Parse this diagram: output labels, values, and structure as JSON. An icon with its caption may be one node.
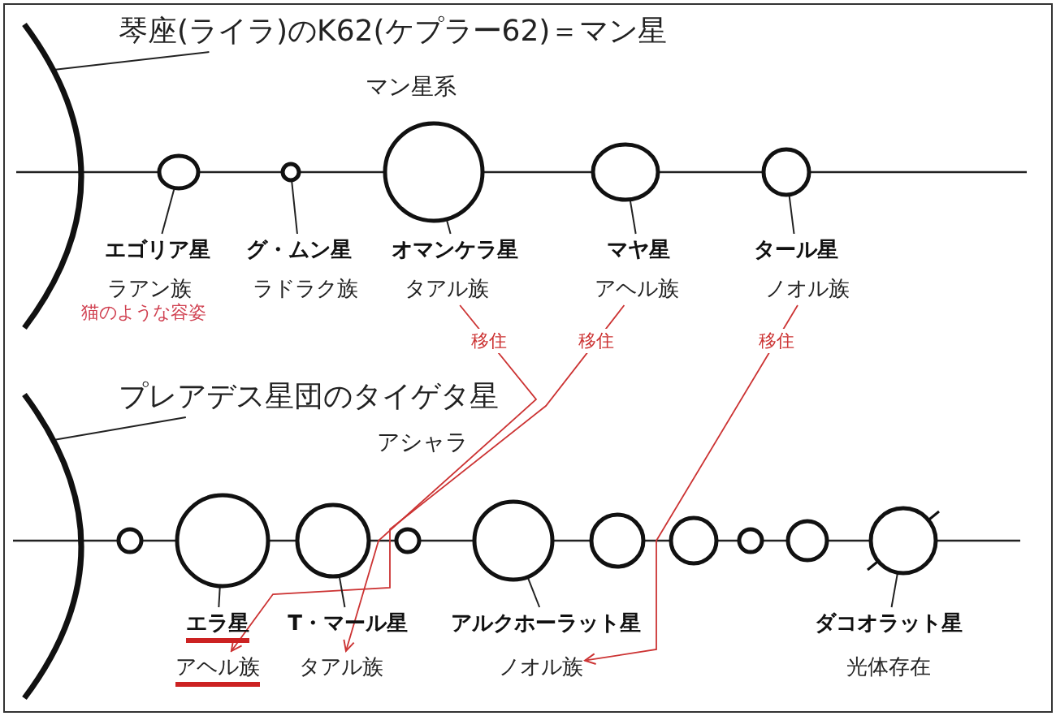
{
  "diagram": {
    "nodes": [
      {
        "text": [
          "琴座(ライラ)のK62(ケプラー62)＝マン星"
        ]
      },
      {
        "text": [],
        "shape": "arc"
      },
      {
        "text": [],
        "shape": "circle"
      },
      {
        "text": [],
        "shape": "circle"
      },
      {
        "text": [],
        "shape": "circle"
      },
      {
        "text": [],
        "shape": "circle"
      },
      {
        "text": [],
        "shape": "circle"
      },
      {
        "text": [
          "エゴリア星"
        ]
      },
      {
        "text": [
          "グ・ムン星"
        ]
      },
      {
        "text": [
          "オマンケラ星"
        ]
      },
      {
        "text": [
          "マヤ星"
        ]
      },
      {
        "text": [
          "タール星"
        ]
      },
      {
        "text": [
          "ラアン族"
        ],
        "beside": [
          "猫のような容姿"
        ]
      },
      {
        "text": [
          "ラドラク族"
        ]
      },
      {
        "text": [
          "タアル族"
        ]
      },
      {
        "text": [
          "アヘル族"
        ]
      },
      {
        "text": [
          "ノオル族"
        ]
      },
      {
        "text": [
          "プレアデス星団のタイゲタ星"
        ]
      },
      {
        "text": [],
        "shape": "arc"
      },
      {
        "text": [],
        "shape": "circle"
      },
      {
        "text": [],
        "shape": "circle"
      },
      {
        "text": [],
        "shape": "circle"
      },
      {
        "text": [],
        "shape": "circle"
      },
      {
        "text": [],
        "shape": "circle"
      },
      {
        "text": [],
        "shape": "circle"
      },
      {
        "text": [],
        "shape": "circle"
      },
      {
        "text": [],
        "shape": "circle"
      },
      {
        "text": [],
        "shape": "circle"
      },
      {
        "text": [],
        "shape": "circle"
      },
      {
        "text": [
          "エラ星"
        ]
      },
      {
        "text": [
          "T・マール星"
        ]
      },
      {
        "text": [
          "アルクホーラット星"
        ]
      },
      {
        "text": [
          "ダコオラット星"
        ]
      },
      {
        "text": [
          "アヘル族"
        ]
      },
      {
        "text": [
          "タアル族"
        ]
      },
      {
        "text": [
          "ノオル族"
        ]
      },
      {
        "text": [
          "光体存在"
        ]
      }
    ],
    "edges": [
      {
        "from": 0,
        "to": 1,
        "arrow": "none"
      },
      {
        "from": 7,
        "to": 2,
        "arrow": "none"
      },
      {
        "from": 8,
        "to": 3,
        "arrow": "none"
      },
      {
        "from": 9,
        "to": 4,
        "arrow": "none"
      },
      {
        "from": 10,
        "to": 5,
        "arrow": "none"
      },
      {
        "from": 11,
        "to": 6,
        "arrow": "none"
      },
      {
        "from": 14,
        "to": 34,
        "arrow": "to",
        "label": "移住",
        "color": "#cc3333"
      },
      {
        "from": 15,
        "to": 33,
        "arrow": "to",
        "label": "移住",
        "color": "#cc3333"
      },
      {
        "from": 16,
        "to": 35,
        "arrow": "to",
        "label": "移住",
        "color": "#cc3333"
      },
      {
        "from": 17,
        "to": 18,
        "arrow": "none"
      },
      {
        "from": 29,
        "to": 20,
        "arrow": "none"
      },
      {
        "from": 30,
        "to": 21,
        "arrow": "none"
      },
      {
        "from": 31,
        "to": 23,
        "arrow": "none"
      },
      {
        "from": 32,
        "to": 28,
        "arrow": "none"
      }
    ],
    "labels": [
      "マン星系",
      "アシャラ"
    ]
  }
}
